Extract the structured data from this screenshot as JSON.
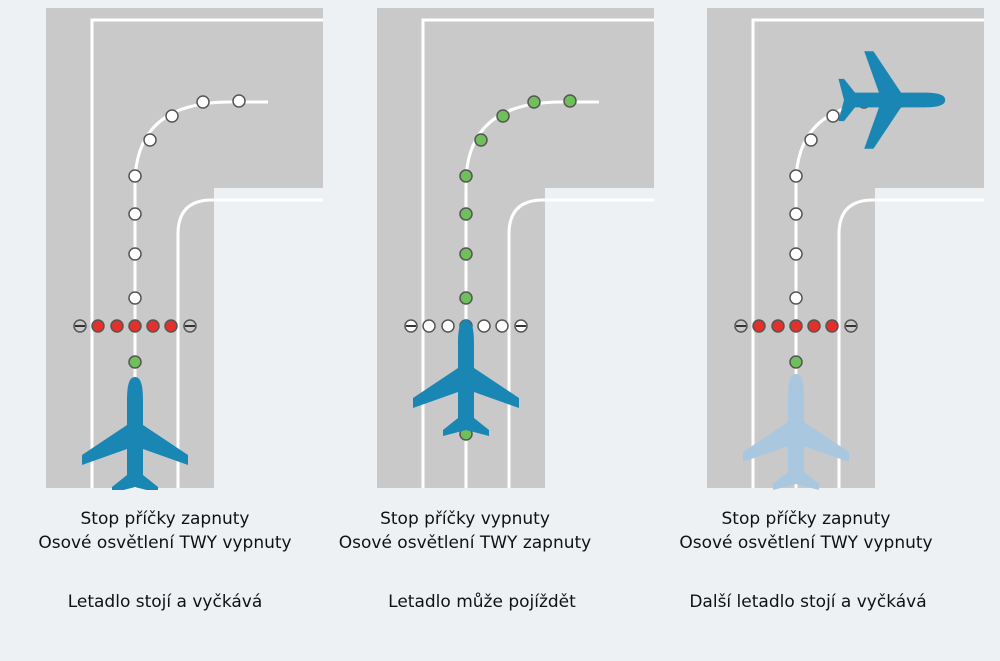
{
  "colors": {
    "background": "#eef1f4",
    "pavement": "#c9c9c9",
    "marking": "#ffffff",
    "aircraft": "#1a86b4",
    "aircraft_faded": "#a9c8e0",
    "light_on_green": "#6fc05a",
    "light_on_red": "#e3302b",
    "light_off": "#ffffff"
  },
  "icons": [
    "aircraft-icon",
    "taxiway-light-icon",
    "stop-bar-light-icon"
  ],
  "panels": [
    {
      "stopbar_state": "Stop příčky zapnuty",
      "centerline_state": "Osové osvětlení TWY vypnuty",
      "action": "Letadlo stojí a vyčkává",
      "stopbar_on": true,
      "centerline_on": false,
      "lead_in_on": true
    },
    {
      "stopbar_state": "Stop příčky vypnuty",
      "centerline_state": "Osové osvětlení TWY zapnuty",
      "action": "Letadlo může pojíždět",
      "stopbar_on": false,
      "centerline_on": true,
      "lead_in_on": true
    },
    {
      "stopbar_state": "Stop příčky zapnuty",
      "centerline_state": "Osové osvětlení TWY vypnuty",
      "action": "Další letadlo stojí a vyčkává",
      "stopbar_on": true,
      "centerline_on": false,
      "lead_in_on": true
    }
  ]
}
